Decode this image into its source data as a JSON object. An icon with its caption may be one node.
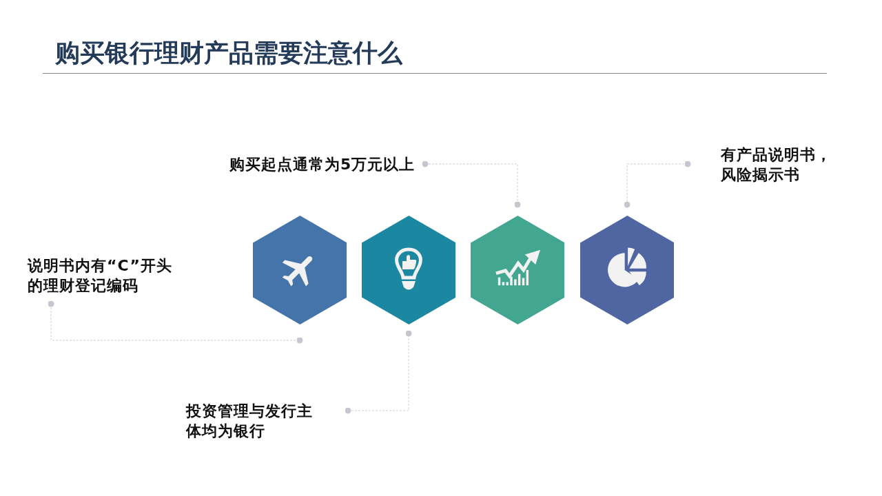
{
  "diagram": {
    "title": "购买银行理财产品需要注意什么",
    "nodes": [
      {
        "text": [
          "购买起点通常为5万元以上"
        ]
      },
      {
        "text": [
          "有产品说明书，风险揭示书"
        ]
      },
      {
        "text": [],
        "shape": "hexagon"
      },
      {
        "text": [],
        "shape": "hexagon"
      },
      {
        "text": [],
        "shape": "hexagon"
      },
      {
        "text": [],
        "shape": "hexagon"
      },
      {
        "text": [
          "说明书内有“C”开头的理财登记编码"
        ]
      },
      {
        "text": [
          "投资管理与发行主体均为银行"
        ]
      }
    ],
    "edges": [
      {
        "from": 0,
        "to": 4,
        "arrow": "other",
        "style": "dashed"
      },
      {
        "from": 1,
        "to": 5,
        "arrow": "other",
        "style": "dashed"
      },
      {
        "from": 6,
        "to": 2,
        "arrow": "other",
        "style": "dashed"
      },
      {
        "from": 7,
        "to": 3,
        "arrow": "other",
        "style": "dashed"
      }
    ]
  }
}
